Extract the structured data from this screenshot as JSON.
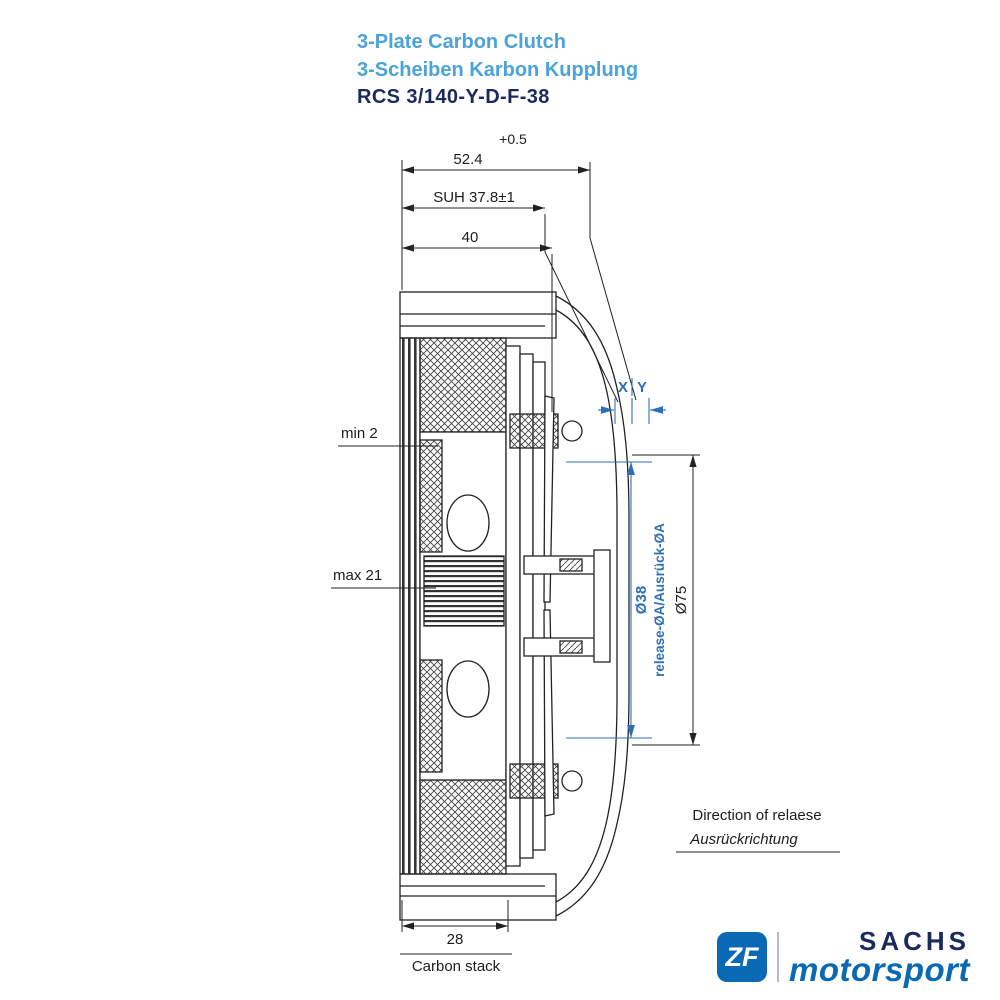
{
  "header": {
    "title_en": "3-Plate Carbon Clutch",
    "title_de": "3-Scheiben Karbon Kupplung",
    "part_number": "RCS 3/140-Y-D-F-38"
  },
  "dims": {
    "tolerance": "+0.5",
    "overall_width": "52.4",
    "suh": "SUH 37.8±1",
    "cover_depth": "40",
    "min_wear": "min 2",
    "max_stack": "max 21",
    "gap_x": "X",
    "gap_y": "Y",
    "release_dia": "Ø38",
    "release_note": "release-ØA/Ausrück-ØA",
    "outer_dia": "Ø75",
    "stack_width": "28",
    "stack_label": "Carbon stack"
  },
  "notes": {
    "direction_en": "Direction of relaese",
    "direction_de": "Ausrückrichtung"
  },
  "brand": {
    "zf": "ZF",
    "sachs": "SACHS",
    "motorsport": "motorsport"
  },
  "colors": {
    "title_blue": "#4ba3d9",
    "navy": "#1b2a5e",
    "dim_blue": "#2e6eb5",
    "zf_blue": "#0a69b4",
    "line": "#222222"
  }
}
